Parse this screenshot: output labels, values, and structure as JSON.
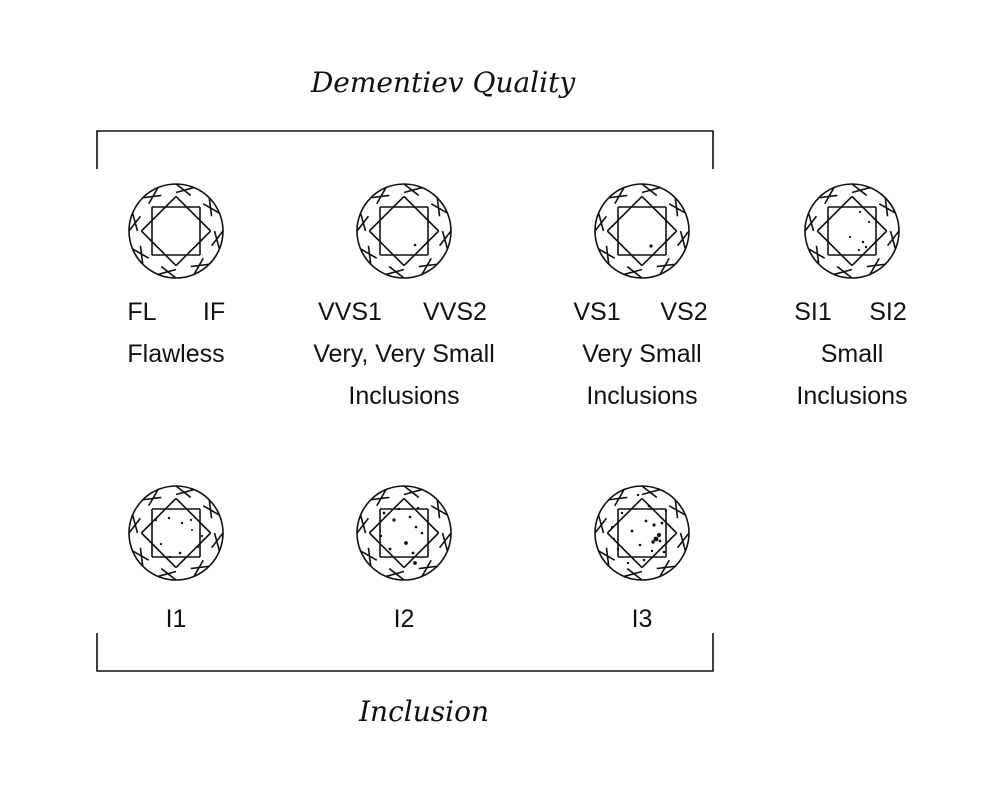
{
  "titles": {
    "top": "Dementiev Quality",
    "bottom": "Inclusion"
  },
  "grades": [
    {
      "codes": [
        "FL",
        "IF"
      ],
      "description": [
        "Flawless"
      ]
    },
    {
      "codes": [
        "VVS1",
        "VVS2"
      ],
      "description": [
        "Very, Very Small",
        "Inclusions"
      ]
    },
    {
      "codes": [
        "VS1",
        "VS2"
      ],
      "description": [
        "Very Small",
        "Inclusions"
      ]
    },
    {
      "codes": [
        "SI1",
        "SI2"
      ],
      "description": [
        "Small",
        "Inclusions"
      ]
    },
    {
      "codes": [
        "I1"
      ],
      "description": []
    },
    {
      "codes": [
        "I2"
      ],
      "description": []
    },
    {
      "codes": [
        "I3"
      ],
      "description": []
    }
  ],
  "colors": {
    "ink": "#111111",
    "background": "#ffffff"
  }
}
